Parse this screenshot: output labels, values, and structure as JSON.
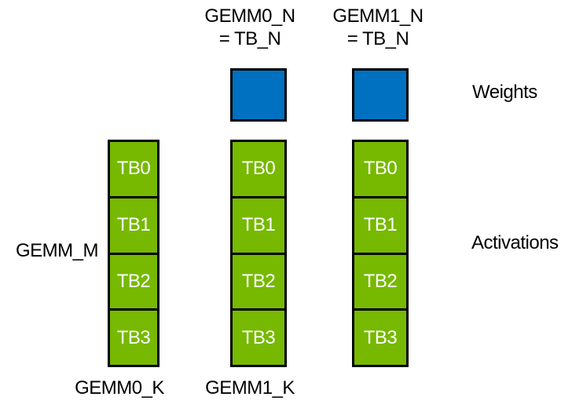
{
  "colors": {
    "background": "#FFFFFF",
    "weights_fill": "#0070C0",
    "activations_fill": "#76B900",
    "outline": "#000000",
    "tb_label_text": "#FFFFFF",
    "label_text": "#000000"
  },
  "top_labels": [
    {
      "line1": "GEMM0_N",
      "line2": "= TB_N"
    },
    {
      "line1": "GEMM1_N",
      "line2": "= TB_N"
    }
  ],
  "columns": [
    {
      "cells": [
        "TB0",
        "TB1",
        "TB2",
        "TB3"
      ]
    },
    {
      "cells": [
        "TB0",
        "TB1",
        "TB2",
        "TB3"
      ]
    },
    {
      "cells": [
        "TB0",
        "TB1",
        "TB2",
        "TB3"
      ]
    }
  ],
  "side_labels": {
    "weights": "Weights",
    "activations": "Activations",
    "gemm_m": "GEMM_M"
  },
  "bottom_labels": [
    "GEMM0_K",
    "GEMM1_K"
  ]
}
